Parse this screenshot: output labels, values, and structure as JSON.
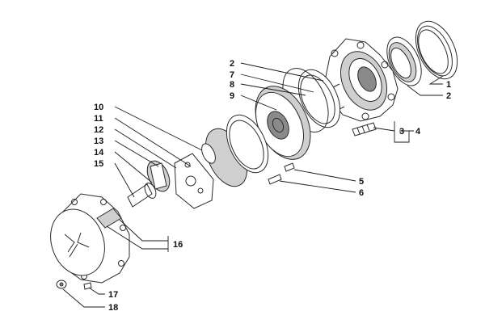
{
  "callouts": [
    {
      "id": "c1",
      "label": "1"
    },
    {
      "id": "c2a",
      "label": "2"
    },
    {
      "id": "c2b",
      "label": "2"
    },
    {
      "id": "c3",
      "label": "3"
    },
    {
      "id": "c4",
      "label": "4"
    },
    {
      "id": "c5",
      "label": "5"
    },
    {
      "id": "c6",
      "label": "6"
    },
    {
      "id": "c7",
      "label": "7"
    },
    {
      "id": "c8",
      "label": "8"
    },
    {
      "id": "c9",
      "label": "9"
    },
    {
      "id": "c10",
      "label": "10"
    },
    {
      "id": "c11",
      "label": "11"
    },
    {
      "id": "c12",
      "label": "12"
    },
    {
      "id": "c13",
      "label": "13"
    },
    {
      "id": "c14",
      "label": "14"
    },
    {
      "id": "c15",
      "label": "15"
    },
    {
      "id": "c16",
      "label": "16"
    },
    {
      "id": "c17",
      "label": "17"
    },
    {
      "id": "c18",
      "label": "18"
    }
  ]
}
